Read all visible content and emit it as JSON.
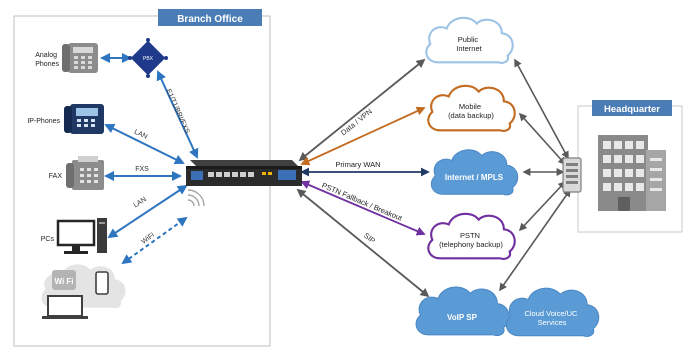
{
  "branch_office": {
    "title": "Branch Office"
  },
  "headquarter": {
    "title": "Headquarter"
  },
  "devices": {
    "analog_phones": "Analog\nPhones",
    "ip_phones": "IP-Phones",
    "fax": "FAX",
    "pcs": "PCs",
    "pbx": "PBX",
    "wifi_badge": "Wi Fi"
  },
  "links": {
    "e1_t1": "E1/T1/BRI/FXS",
    "lan_ip_phones": "LAN",
    "fxs": "FXS",
    "lan_pcs": "LAN",
    "wifi": "WiFi",
    "data_vpn": "Data / VPN",
    "primary_wan": "Primary WAN",
    "pstn_fallback": "PSTN Fallback / Breakout",
    "sip": "SIP"
  },
  "clouds": {
    "public_internet": "Public\nInternet",
    "mobile": "Mobile\n(data backup)",
    "internet_mpls": "Internet / MPLS",
    "pstn": "PSTN\n(telephony backup)",
    "voip_sp": "VoIP SP",
    "cloud_voice": "Cloud Voice/UC\nServices"
  },
  "colors": {
    "title_bar": "#4a7cb6",
    "blue_link": "#2e75c0",
    "orange": "#c36b21",
    "navy": "#1f3864",
    "purple": "#7030a0",
    "gray_link": "#595959",
    "cloud_fill_dark": "#5b9bd5",
    "cloud_fill_light": "#ffffff",
    "cloud_outline_blue": "#9dc3e6"
  }
}
